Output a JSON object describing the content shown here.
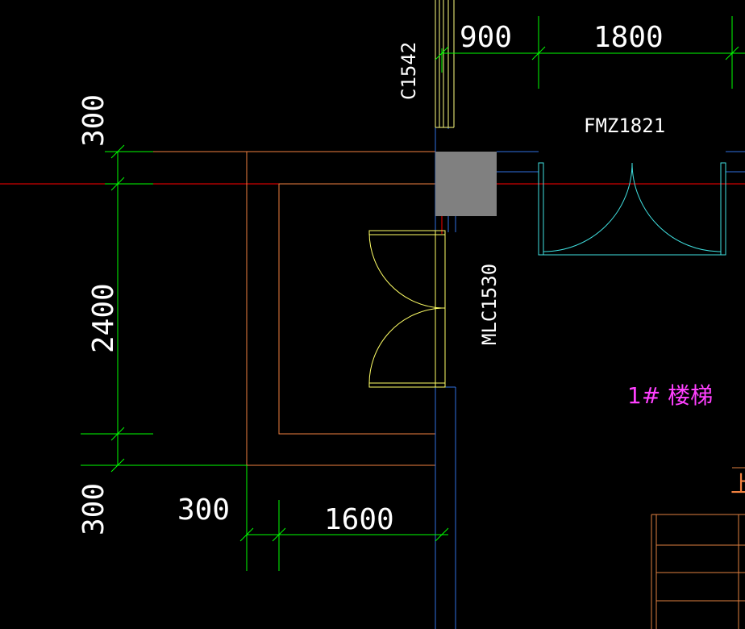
{
  "colors": {
    "background": "#000000",
    "dimension": "#00ff00",
    "wall_orange": "#f08040",
    "wall_blue": "#3070e0",
    "axis_red": "#ff0000",
    "window_yellow": "#ffff80",
    "door_yellow": "#ffff66",
    "door_cyan": "#40e0e0",
    "text_white": "#ffffff",
    "column_fill": "#808080",
    "label_magenta": "#ff40ff",
    "stair_orange": "#e08040"
  },
  "dimensions": {
    "top_900": "900",
    "top_1800": "1800",
    "left_300_top": "300",
    "left_2400": "2400",
    "left_300_bottom": "300",
    "bottom_300": "300",
    "bottom_1600": "1600"
  },
  "labels": {
    "window_c1542": "C1542",
    "door_fmz1821": "FMZ1821",
    "door_mlc1530": "MLC1530",
    "stair_name": "1# 楼梯",
    "up_mark": "上"
  }
}
